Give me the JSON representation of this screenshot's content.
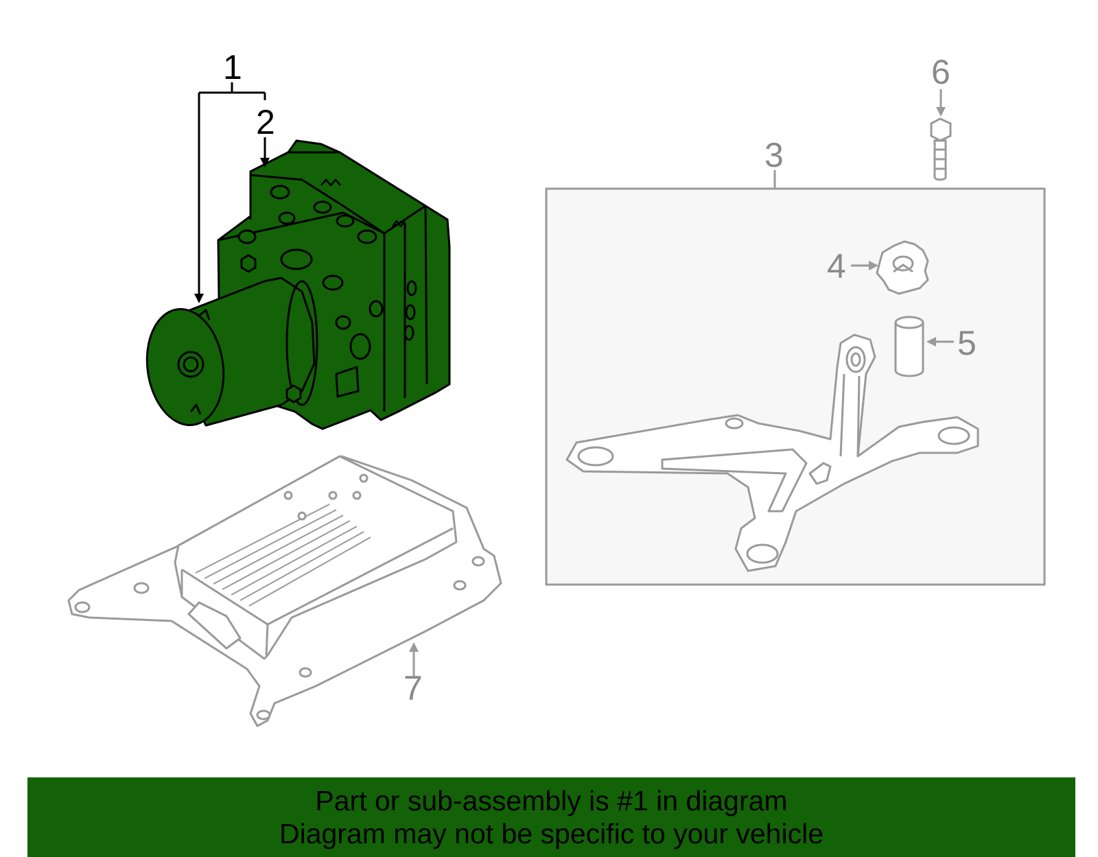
{
  "diagram": {
    "callouts": {
      "c1": "1",
      "c2": "2",
      "c3": "3",
      "c4": "4",
      "c5": "5",
      "c6": "6",
      "c7": "7"
    },
    "highlight_color": "#136207",
    "outline_color": "#9a9a9a"
  },
  "banner": {
    "line1": "Part or sub-assembly is #1 in diagram",
    "line2": "Diagram may not be specific to your vehicle",
    "background": "#136207"
  }
}
